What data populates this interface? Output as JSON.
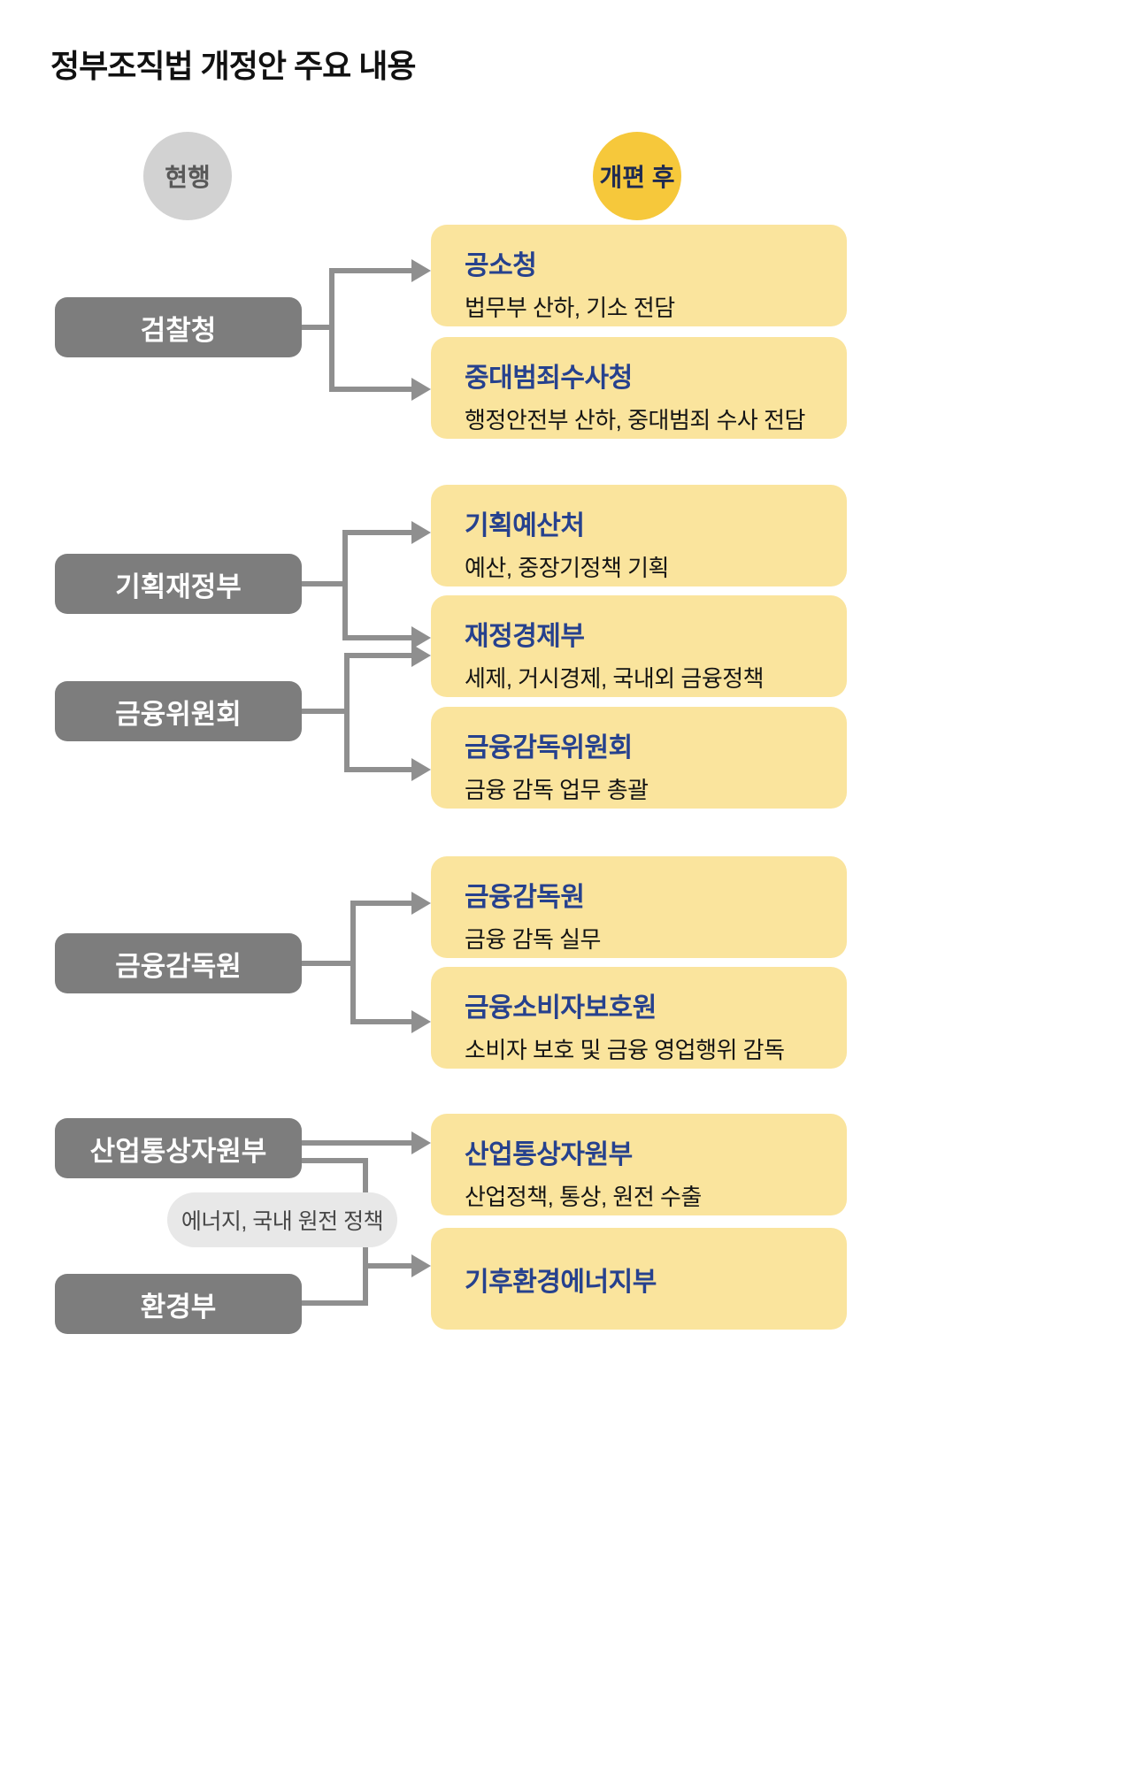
{
  "title": "정부조직법 개정안 주요 내용",
  "legend": {
    "current": "현행",
    "after": "개편 후"
  },
  "colors": {
    "background": "#FFFFFF",
    "target_box_yellow": "#FAE49D",
    "after_badge_gold": "#F6C83B",
    "current_badge_gray": "#D2D2D2",
    "source_box_gray": "#7D7D7D",
    "heading_navy": "#26418E",
    "connector_gray": "#8F8F8F",
    "annotation_pill_gray": "#E8E8E8"
  },
  "sources": [
    {
      "label": "검찰청"
    },
    {
      "label": "기획재정부"
    },
    {
      "label": "금융위원회"
    },
    {
      "label": "금융감독원"
    },
    {
      "label": "산업통상자원부"
    },
    {
      "label": "환경부"
    }
  ],
  "targets": [
    {
      "title": "공소청",
      "subtitle": "법무부 산하, 기소 전담"
    },
    {
      "title": "중대범죄수사청",
      "subtitle": "행정안전부 산하, 중대범죄 수사 전담"
    },
    {
      "title": "기획예산처",
      "subtitle": "예산, 중장기정책 기획"
    },
    {
      "title": "재정경제부",
      "subtitle": "세제, 거시경제, 국내외 금융정책"
    },
    {
      "title": "금융감독위원회",
      "subtitle": "금융 감독 업무 총괄"
    },
    {
      "title": "금융감독원",
      "subtitle": "금융 감독 실무"
    },
    {
      "title": "금융소비자보호원",
      "subtitle": "소비자 보호 및 금융 영업행위 감독"
    },
    {
      "title": "산업통상자원부",
      "subtitle": "산업정책, 통상, 원전 수출"
    },
    {
      "title": "기후환경에너지부",
      "subtitle": ""
    }
  ],
  "annotation": {
    "label": "에너지, 국내 원전 정책"
  }
}
